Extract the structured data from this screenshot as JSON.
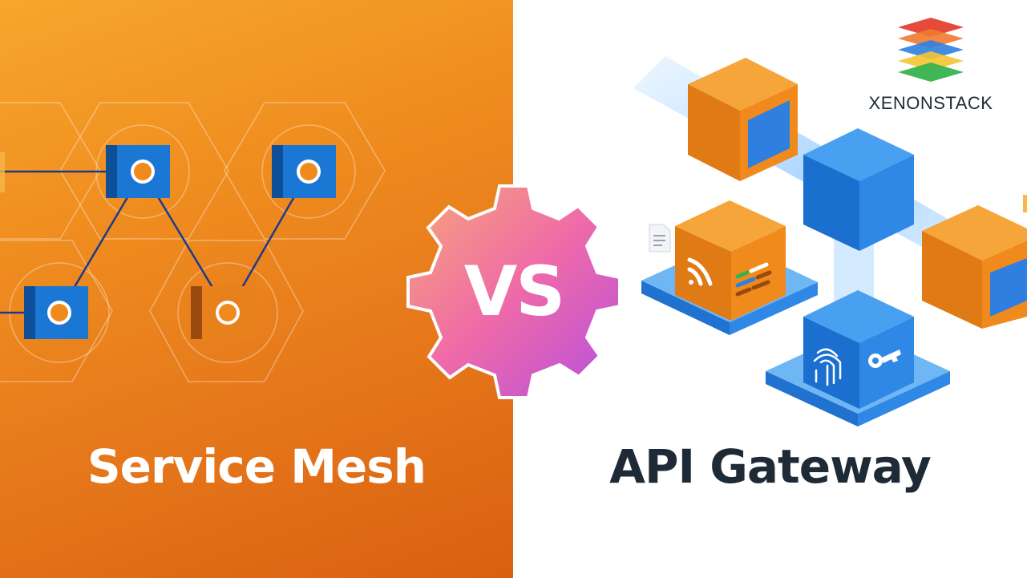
{
  "left": {
    "title": "Service Mesh",
    "colors": {
      "gradient_start": "#f6a72c",
      "gradient_end": "#d9600f",
      "node": "#1a78d4",
      "link": "#1f3a8a"
    }
  },
  "right": {
    "title": "API Gateway",
    "colors": {
      "cube_orange": "#f08a1c",
      "cube_blue": "#1f80e0",
      "platform": "#2f8fe8"
    }
  },
  "badge": {
    "text": "VS",
    "colors": {
      "from": "#f4a87c",
      "to": "#b44fe0"
    }
  },
  "brand": {
    "name": "XENONSTACK",
    "logo_colors": [
      "#e64a3a",
      "#f07a2e",
      "#2f7fe0",
      "#f5c431",
      "#37b24d"
    ]
  },
  "icons": [
    "wifi-icon",
    "fingerprint-icon",
    "key-icon",
    "document-icon"
  ]
}
